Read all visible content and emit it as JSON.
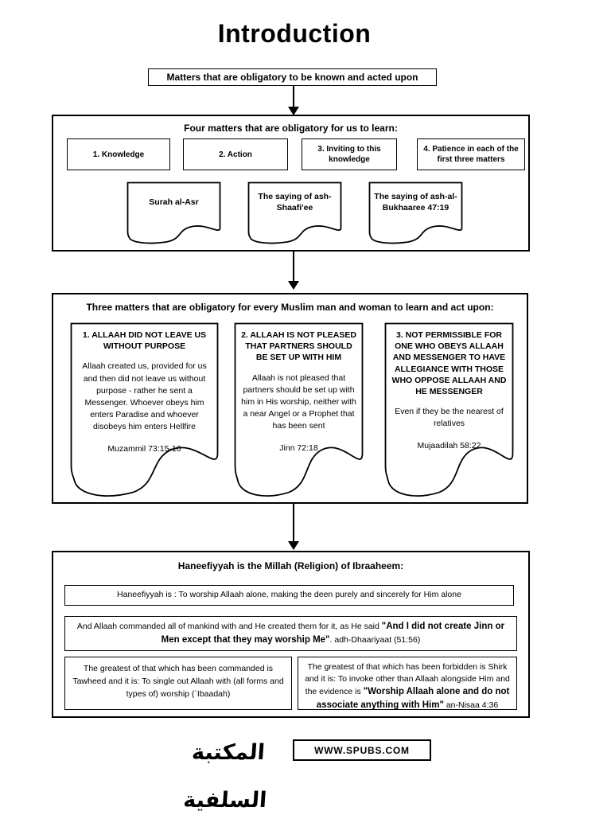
{
  "page": {
    "title": "Introduction",
    "top_box": "Matters that are obligatory to be known and acted upon"
  },
  "icons": {
    "down_arrow": "▼"
  },
  "colors": {
    "ink": "#000000",
    "paper": "#ffffff"
  },
  "s1": {
    "heading": "Four matters that are obligatory for us to learn:",
    "items": [
      {
        "label": "1. Knowledge"
      },
      {
        "label": "2. Action"
      },
      {
        "label": "3. Inviting to this knowledge"
      },
      {
        "label": "4. Patience in each of the first three matters"
      }
    ],
    "docs": [
      {
        "label": "Surah al-Asr"
      },
      {
        "label": "The saying of ash-Shaafi'ee"
      },
      {
        "label": "The saying of ash-al-Bukhaaree 47:19"
      }
    ]
  },
  "s2": {
    "heading": "Three matters that are obligatory for every Muslim man and woman to learn and act upon:",
    "docs": [
      {
        "title": "1. ALLAAH DID NOT LEAVE US WITHOUT PURPOSE",
        "body": "Allaah created us, provided for us and then did not leave us without purpose - rather he sent a Messenger. Whoever obeys him enters Paradise and whoever disobeys him enters Hellfire",
        "ref": "Muzammil 73:15-16"
      },
      {
        "title": "2. ALLAAH IS NOT PLEASED THAT PARTNERS SHOULD BE SET UP WITH HIM",
        "body": "Allaah is not pleased that partners should be set up with him in His worship, neither with a near Angel or a Prophet that has been sent",
        "ref": "Jinn 72:18"
      },
      {
        "title": "3. NOT PERMISSIBLE FOR ONE WHO OBEYS ALLAAH AND MESSENGER TO HAVE ALLEGIANCE WITH THOSE WHO OPPOSE ALLAAH AND HE MESSENGER",
        "body": "Even if they be the nearest of relatives",
        "ref": "Mujaadilah 58:22"
      }
    ]
  },
  "s3": {
    "heading": "Haneefiyyah is the Millah (Religion) of Ibraaheem:",
    "definition": "Haneefiyyah is : To worship Allaah alone, making the deen purely and sincerely for Him alone",
    "evidence_pre": "And Allaah commanded all of mankind with and He created them for it, as He said ",
    "evidence_bold": "\"And I did not create Jinn or Men except that they may worship Me\"",
    "evidence_post": ". adh-Dhaariyaat (51:56)",
    "tawheed": "The greatest of that which has been commanded is Tawheed and it is: To single out Allaah with (all forms and types of) worship (`Ibaadah)",
    "shirk_pre": "The greatest of that which has been forbidden is Shirk and it is: To invoke other than Allaah alongside Him and the evidence is ",
    "shirk_bold": "\"Worship Allaah alone and do not associate anything with Him\"",
    "shirk_post": " an-Nisaa 4:36"
  },
  "footer": {
    "logo_text": "المكتبة السلفية",
    "website": "WWW.SPUBS.COM"
  }
}
